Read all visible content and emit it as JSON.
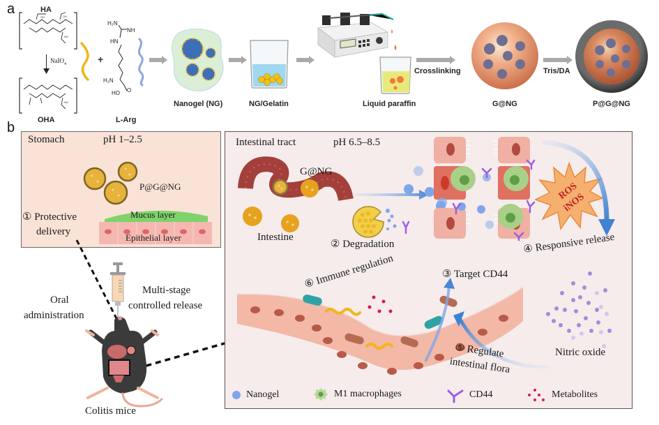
{
  "panel_a": {
    "letter": "a",
    "ha_label": "HA",
    "oha_label": "OHA",
    "reagent_label": "NaIO",
    "reagent_subscript": "4",
    "plus": "+",
    "larg_label": "L-Arg",
    "larg_atoms": {
      "h2n_top": "H₂N",
      "nh": "NH",
      "hn": "HN",
      "h2n_bottom": "H₂N",
      "oh": "HO",
      "o": "O"
    },
    "steps": [
      {
        "label": "Nanogel (NG)"
      },
      {
        "label": "NG/Gelatin"
      },
      {
        "label": "Liquid paraffin"
      },
      {
        "label": "G@NG"
      },
      {
        "label": "P@G@NG"
      }
    ],
    "arrow_labels": {
      "crosslinking": "Crosslinking",
      "trisda": "Tris/DA"
    },
    "colors": {
      "ha_strand": "#f2b61a",
      "larg_strand": "#8aa6e0",
      "arrow": "#a9a9a9",
      "gelatin_sphere": "#e8a07d",
      "pda_shell": "#3a3a3a"
    }
  },
  "panel_b": {
    "letter": "b",
    "stomach": {
      "title": "Stomach",
      "ph": "pH 1–2.5",
      "particle_label": "P@G@NG",
      "mucus_label": "Mucus layer",
      "epithelial_label": "Epithelial layer",
      "step1_number": "①",
      "step1_label_line1": "Protective",
      "step1_label_line2": "delivery",
      "bg": "#f9e2d6"
    },
    "mouse": {
      "oral_line1": "Oral",
      "oral_line2": "administration",
      "multi_line1": "Multi-stage",
      "multi_line2": "controlled release",
      "caption": "Colitis mice"
    },
    "intestinal": {
      "title": "Intestinal tract",
      "ph": "pH 6.5–8.5",
      "gang_label": "G@NG",
      "intestine_label": "Intestine",
      "steps": [
        {
          "num": "②",
          "label": "Degradation"
        },
        {
          "num": "③",
          "label": "Target CD44"
        },
        {
          "num": "④",
          "label": "Responsive release"
        },
        {
          "num": "⑤",
          "label_line1": "Regulate",
          "label_line2": "intestinal flora"
        },
        {
          "num": "⑥",
          "label": "Immune regulation"
        }
      ],
      "burst_line1": "ROS",
      "burst_line2": "iNOS",
      "no_label": "Nitric oxide",
      "bg": "#f6ecec"
    },
    "legend": [
      {
        "icon": "nanogel-dot-icon",
        "label": "Nanogel",
        "color": "#7fa6e8"
      },
      {
        "icon": "macrophage-icon",
        "label": "M1 macrophages",
        "color": "#9ccb7c"
      },
      {
        "icon": "cd44-antibody-icon",
        "label": "CD44",
        "color": "#9b5de5"
      },
      {
        "icon": "metabolites-dots-icon",
        "label": "Metabolites",
        "color": "#d81b4a"
      }
    ]
  }
}
